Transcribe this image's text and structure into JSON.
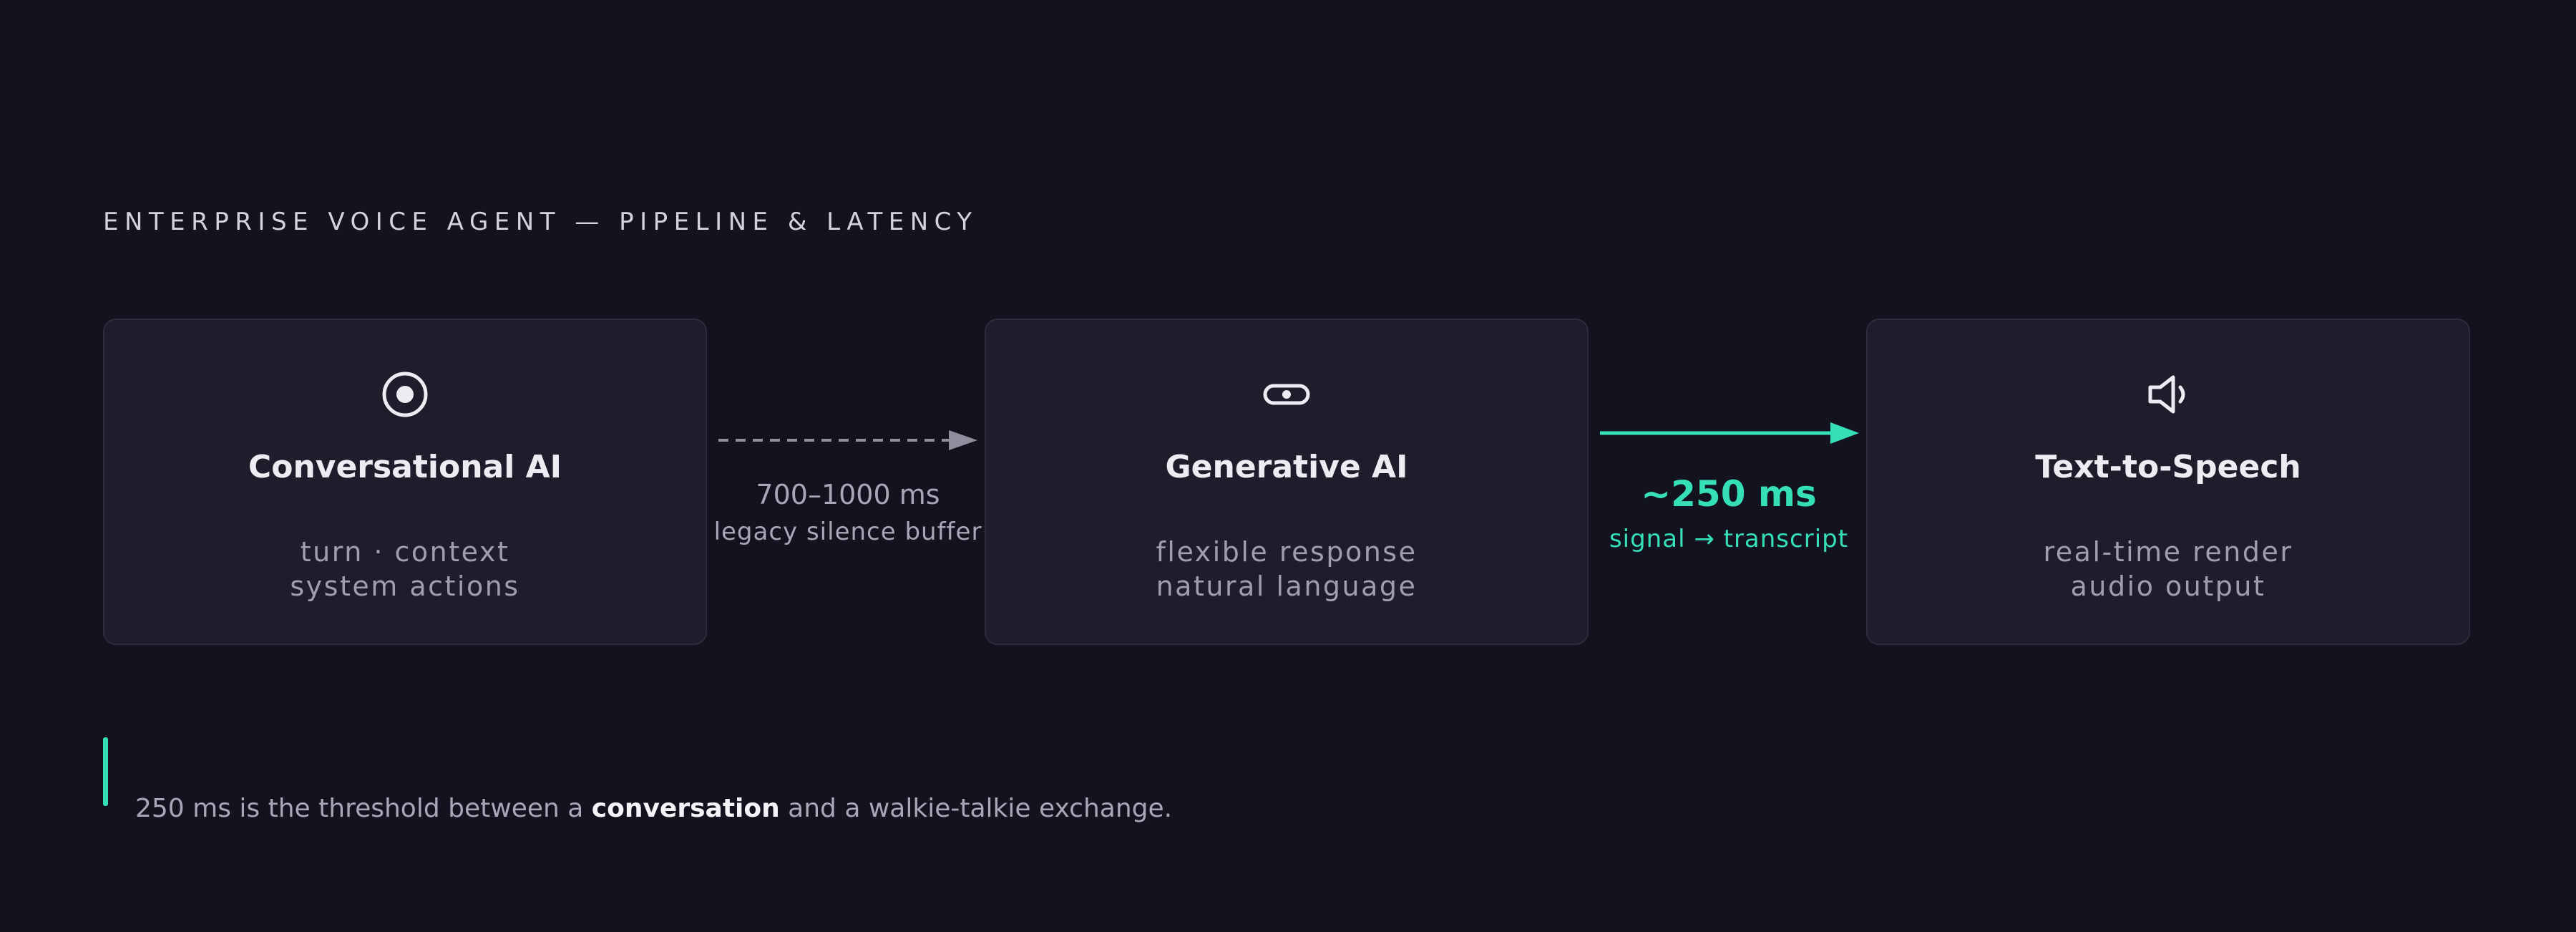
{
  "title": "ENTERPRISE VOICE AGENT — PIPELINE & LATENCY",
  "stages": [
    {
      "icon": "record-target-icon",
      "title": "Conversational AI",
      "line1": "turn · context",
      "line2": "system actions"
    },
    {
      "icon": "toggle-pill-icon",
      "title": "Generative AI",
      "line1": "flexible response",
      "line2": "natural language"
    },
    {
      "icon": "speaker-icon",
      "title": "Text-to-Speech",
      "line1": "real-time render",
      "line2": "audio output"
    }
  ],
  "connectors": [
    {
      "value": "700–1000 ms",
      "caption": "legacy silence buffer",
      "style": "dashed",
      "color": "#8e8e9c"
    },
    {
      "value": "~250 ms",
      "caption": "signal → transcript",
      "style": "solid",
      "color": "#35e0b8"
    }
  ],
  "note": {
    "prefix": "250 ms is the threshold between a ",
    "emphasis": "conversation",
    "suffix": " and a walkie-talkie exchange."
  },
  "colors": {
    "background": "#13131f",
    "card": "#1d1d2c",
    "accent": "#35e0b8",
    "muted": "#8e8e9c"
  }
}
